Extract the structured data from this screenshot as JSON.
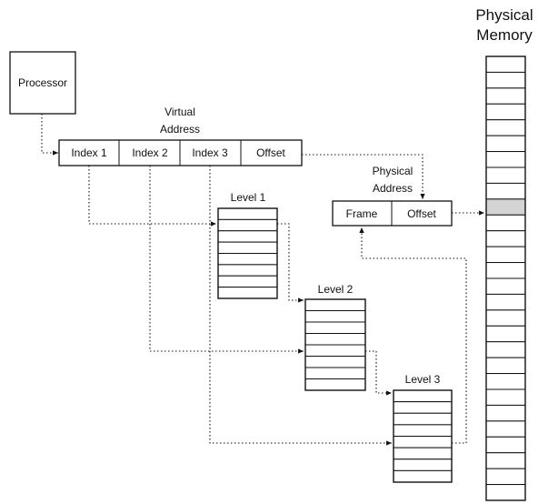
{
  "processor": {
    "label": "Processor"
  },
  "virtual_address": {
    "caption_line1": "Virtual",
    "caption_line2": "Address",
    "fields": [
      "Index 1",
      "Index 2",
      "Index 3",
      "Offset"
    ]
  },
  "physical_address": {
    "caption_line1": "Physical",
    "caption_line2": "Address",
    "fields": [
      "Frame",
      "Offset"
    ]
  },
  "levels": [
    {
      "label": "Level 1"
    },
    {
      "label": "Level 2"
    },
    {
      "label": "Level 3"
    }
  ],
  "physical_memory": {
    "title_line1": "Physical",
    "title_line2": "Memory",
    "highlight_color": "#d4d4d4"
  }
}
